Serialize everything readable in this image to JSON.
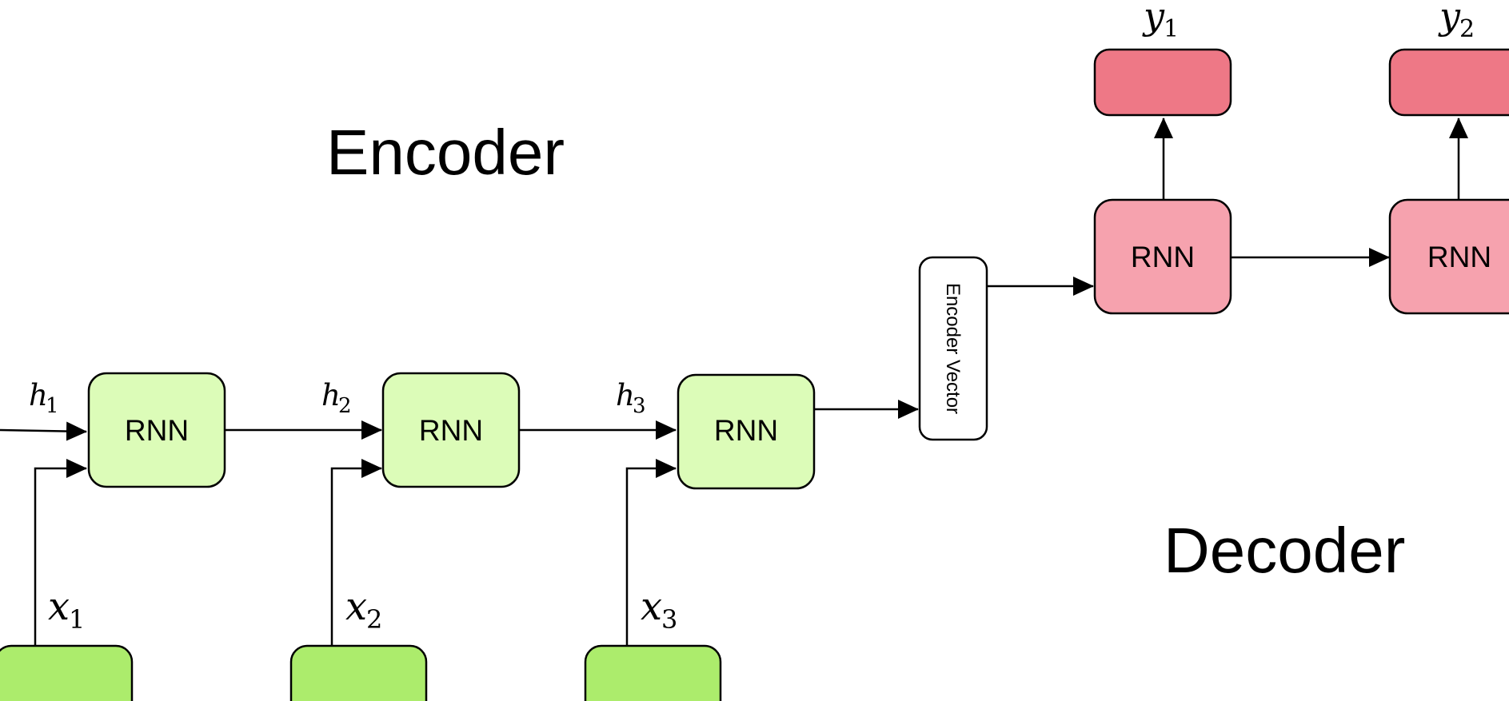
{
  "labels": {
    "encoder": "Encoder",
    "decoder": "Decoder",
    "encoder_vector": "Encoder Vector"
  },
  "colors": {
    "encoder_rnn": "#dcfcb8",
    "encoder_input": "#acec6c",
    "decoder_rnn": "#f6a2ae",
    "decoder_output": "#ee7886",
    "vector_fill": "#ffffff",
    "stroke": "#000000"
  },
  "encoder_cells": [
    {
      "label": "RNN",
      "hidden": {
        "var": "h",
        "sub": "1"
      },
      "input": {
        "var": "x",
        "sub": "1"
      }
    },
    {
      "label": "RNN",
      "hidden": {
        "var": "h",
        "sub": "2"
      },
      "input": {
        "var": "x",
        "sub": "2"
      }
    },
    {
      "label": "RNN",
      "hidden": {
        "var": "h",
        "sub": "3"
      },
      "input": {
        "var": "x",
        "sub": "3"
      }
    }
  ],
  "decoder_cells": [
    {
      "label": "RNN",
      "output": {
        "var": "y",
        "sub": "1"
      }
    },
    {
      "label": "RNN",
      "output": {
        "var": "y",
        "sub": "2"
      }
    }
  ]
}
